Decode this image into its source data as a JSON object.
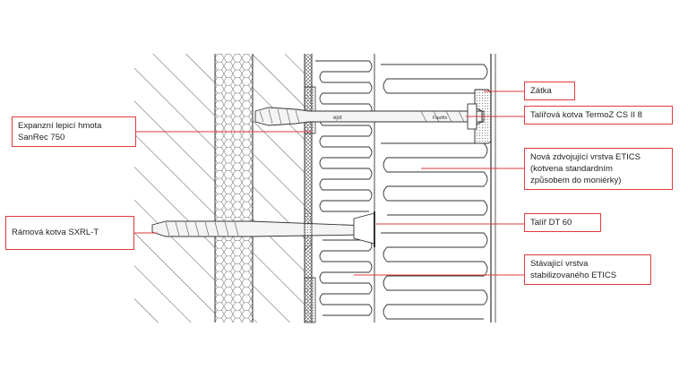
{
  "labels": {
    "zatka": "Zátka",
    "talirova_kotva": "Talířová kotva TermoZ CS II 8",
    "nova_vrstva_1": "Nová zdvojující vrstva ETICS",
    "nova_vrstva_2": "(kotvena standardním",
    "nova_vrstva_3": "způsobem do moniérky)",
    "talir": "Talíř DT 60",
    "stavajici_1": "Stávající vrstva",
    "stavajici_2": "stabilizovaného ETICS",
    "expanzni_1": "Expanzní lepicí hmota",
    "expanzni_2": "SanRec 750",
    "ramova_kotva": "Rámová kotva SXRL-T"
  },
  "anchor_marks": {
    "upper": "ejot",
    "lower": "Fastfix"
  },
  "colors": {
    "callout": "#e03a3e",
    "line": "#333333",
    "text": "#222222"
  }
}
